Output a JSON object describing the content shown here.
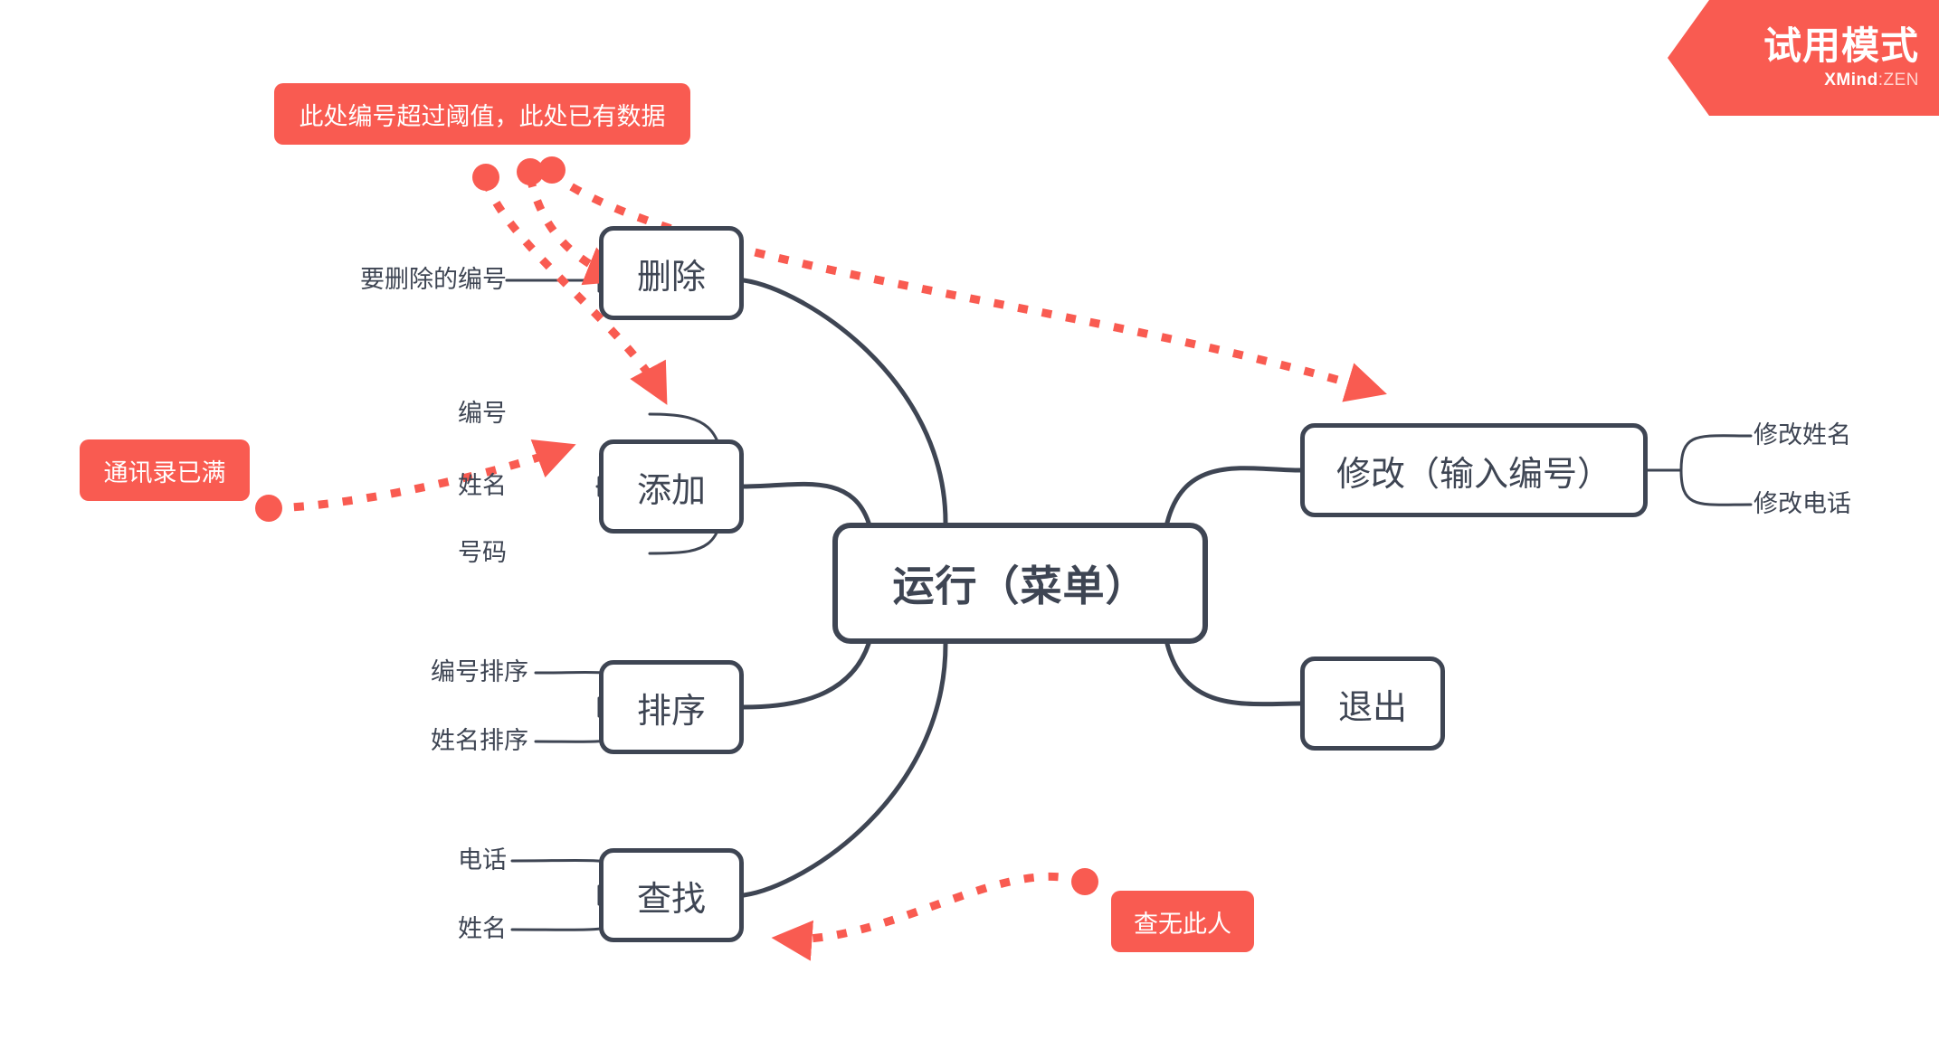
{
  "app": {
    "name": "XMind:ZEN",
    "trial_banner": {
      "title": "试用模式",
      "brand_bold": "XMind",
      "brand_sep": ":",
      "brand_light": "ZEN"
    }
  },
  "colors": {
    "topic_stroke": "#3e4553",
    "topic_fill": "#ffffff",
    "text": "#3e4553",
    "accent_red": "#f95b51",
    "canvas": "#ffffff"
  },
  "mindmap": {
    "central": {
      "label": "运行（菜单）"
    },
    "left_branches": [
      {
        "label": "删除",
        "children": [
          "要删除的编号"
        ]
      },
      {
        "label": "添加",
        "children": [
          "编号",
          "姓名",
          "号码"
        ]
      },
      {
        "label": "排序",
        "children": [
          "编号排序",
          "姓名排序"
        ]
      },
      {
        "label": "查找",
        "children": [
          "电话",
          "姓名"
        ]
      }
    ],
    "right_branches": [
      {
        "label": "修改（输入编号）",
        "children": [
          "修改姓名",
          "修改电话"
        ]
      },
      {
        "label": "退出",
        "children": []
      }
    ],
    "callouts": [
      {
        "id": "threshold",
        "label": "此处编号超过阈值，此处已有数据"
      },
      {
        "id": "contacts-full",
        "label": "通讯录已满"
      },
      {
        "id": "not-found",
        "label": "查无此人"
      }
    ],
    "relationships": [
      {
        "from": "threshold",
        "to": "添加",
        "style": "dotted-arrow"
      },
      {
        "from": "threshold",
        "to": "删除",
        "style": "dotted-arrow"
      },
      {
        "from": "threshold",
        "to": "修改（输入编号）",
        "style": "dotted-arrow"
      },
      {
        "from": "contacts-full",
        "to": "添加",
        "style": "dotted-arrow"
      },
      {
        "from": "not-found",
        "to": "查找",
        "style": "dotted-arrow"
      }
    ]
  }
}
